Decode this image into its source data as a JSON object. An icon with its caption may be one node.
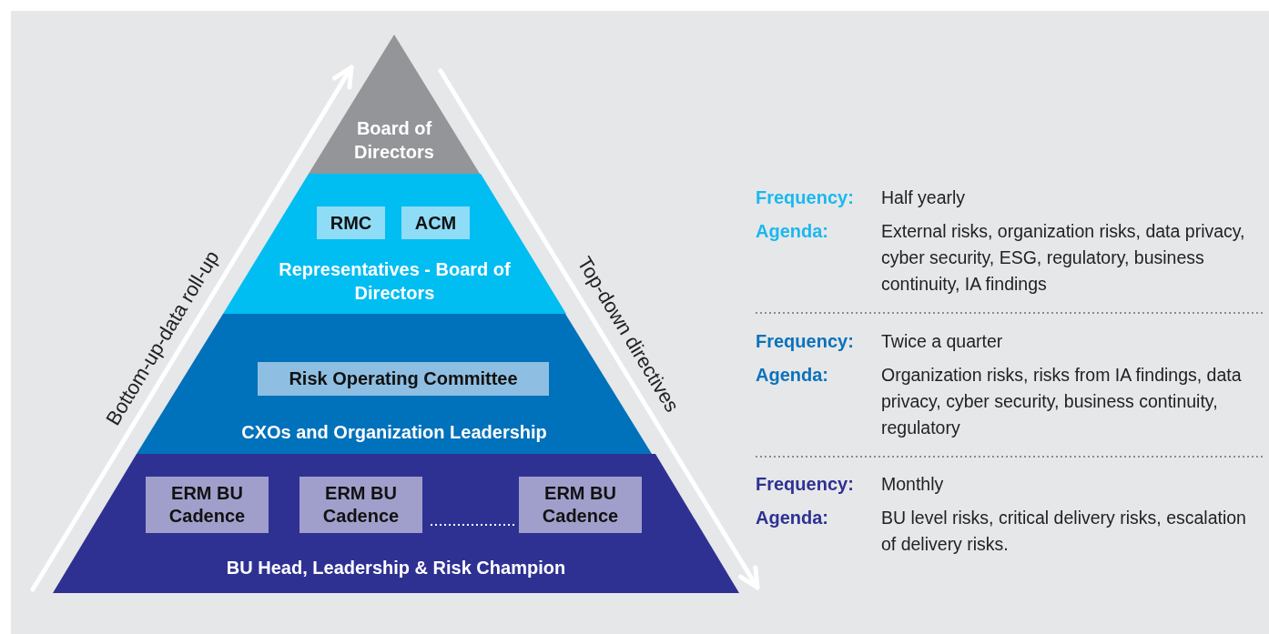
{
  "diagram": {
    "nodes": [
      {
        "text": [
          "Board of Directors"
        ]
      },
      {
        "text": [
          "Representatives - Board of Directors"
        ]
      },
      {
        "text": [
          "RMC"
        ],
        "in": 1
      },
      {
        "text": [
          "ACM"
        ],
        "in": 1
      },
      {
        "text": [
          "CXOs and Organization Leadership"
        ]
      },
      {
        "text": [
          "Risk Operating Committee"
        ],
        "in": 4
      },
      {
        "text": [
          "BU Head, Leadership & Risk Champion"
        ]
      },
      {
        "text": [
          "ERM BU Cadence"
        ],
        "in": 6
      },
      {
        "text": [
          "ERM BU Cadence"
        ],
        "in": 6
      },
      {
        "text": [
          "ERM BU Cadence"
        ],
        "in": 6
      }
    ],
    "labels": [
      "Bottom-up-data roll-up",
      "Top-down directives",
      "Frequency:",
      "Half yearly",
      "Agenda:",
      "External risks, organization risks, data privacy, cyber security, ESG, regulatory, business continuity, IA findings",
      "Frequency:",
      "Twice a quarter",
      "Agenda:",
      "Organization risks, risks from IA findings, data privacy, cyber security, business continuity, regulatory",
      "Frequency:",
      "Monthly",
      "Agenda:",
      "BU level risks, critical delivery risks, escalation of delivery risks."
    ]
  }
}
